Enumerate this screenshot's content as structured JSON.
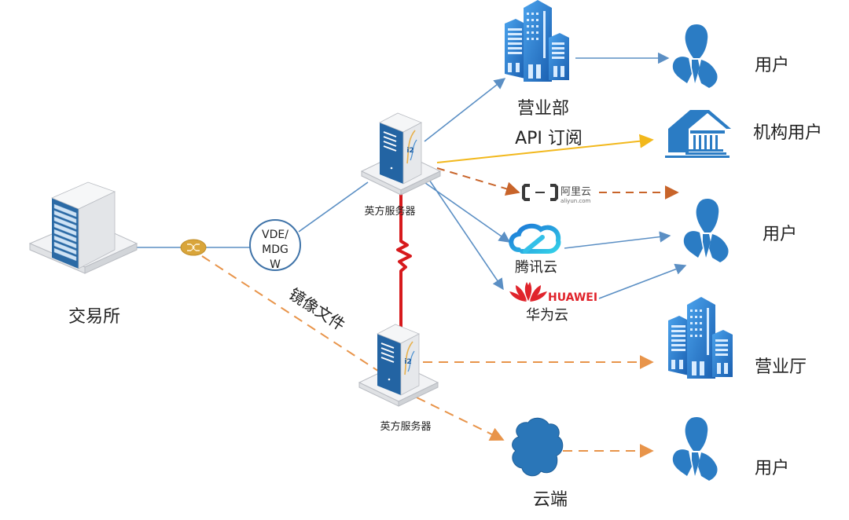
{
  "nodes": {
    "exchange": {
      "label": "交易所"
    },
    "gateway": {
      "label_lines": [
        "VDE/",
        "MDG",
        "W"
      ]
    },
    "server_primary": {
      "label": "英方服务器",
      "badge": "i2"
    },
    "server_backup": {
      "label": "英方服务器",
      "badge": "i2"
    },
    "branch_office": {
      "label": "营业部"
    },
    "branch_hall": {
      "label": "营业厅"
    },
    "institution": {
      "label": "机构用户"
    },
    "user_top": {
      "label": "用户"
    },
    "user_mid": {
      "label": "用户"
    },
    "user_bottom": {
      "label": "用户"
    },
    "aliyun": {
      "name": "阿里云",
      "domain": "aliyun.com"
    },
    "tencent_cloud": {
      "label": "腾讯云"
    },
    "huawei_cloud": {
      "brand": "HUAWEI",
      "label": "华为云"
    },
    "cloud_end": {
      "label": "云端"
    }
  },
  "edges": {
    "api_subscription_label": "API 订阅",
    "mirror_file_label": "镜像文件"
  },
  "colors": {
    "line_blue": "#5b8fc4",
    "api_yellow": "#f2b81c",
    "mirror_orange": "#e8944a",
    "aliyun_brown": "#c8642a",
    "replication_red": "#d7191c",
    "icon_blue": "#2b7cc4",
    "gateway_gold": "#d9a53a",
    "huawei_red": "#e0232b"
  }
}
